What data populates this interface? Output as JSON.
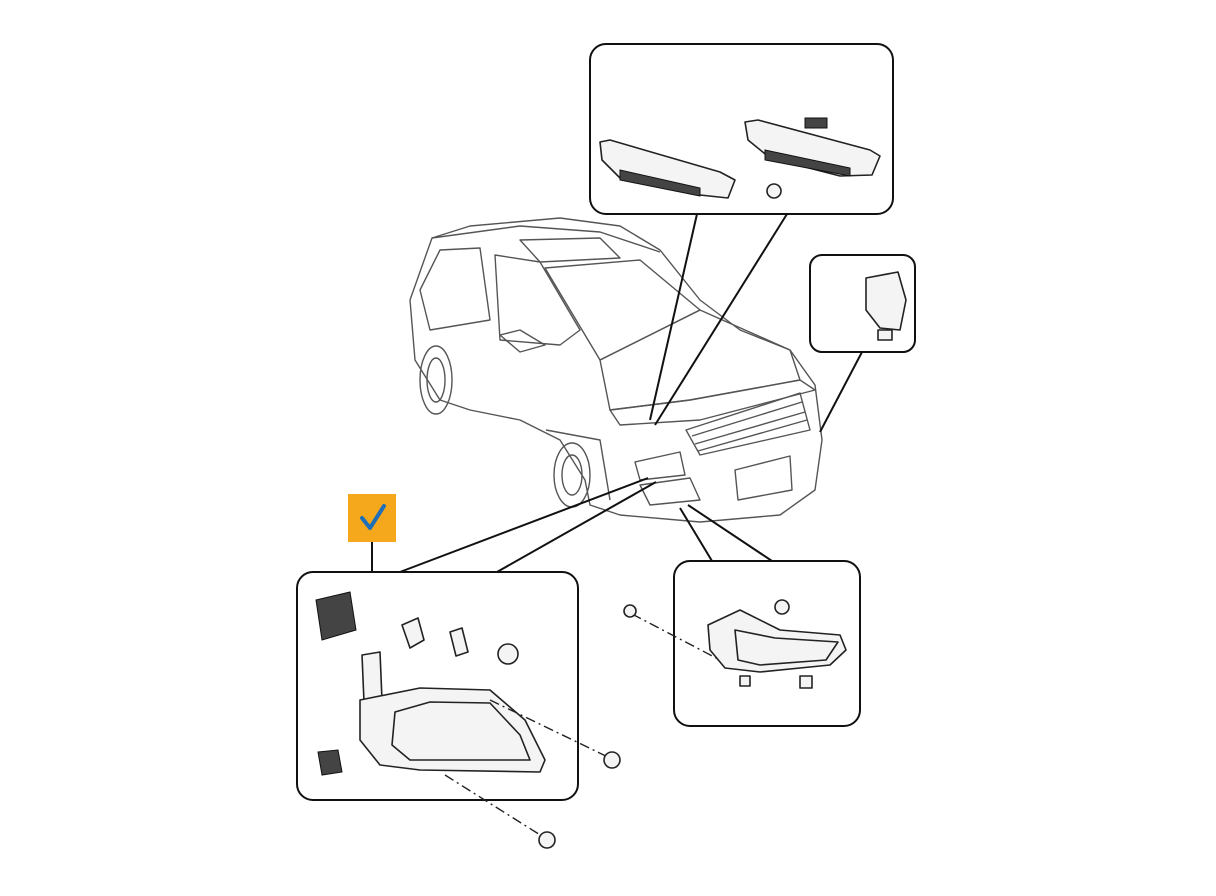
{
  "diagram": {
    "callouts": [
      "fog-lamp-assembly-detail",
      "front-grille-trim-detail",
      "sensor-bracket-detail",
      "bumper-lamp-bracket-detail"
    ],
    "selected_badge": {
      "icon": "checkmark-icon",
      "color": "#F5A81C",
      "check_color": "#1E6FB8"
    }
  }
}
